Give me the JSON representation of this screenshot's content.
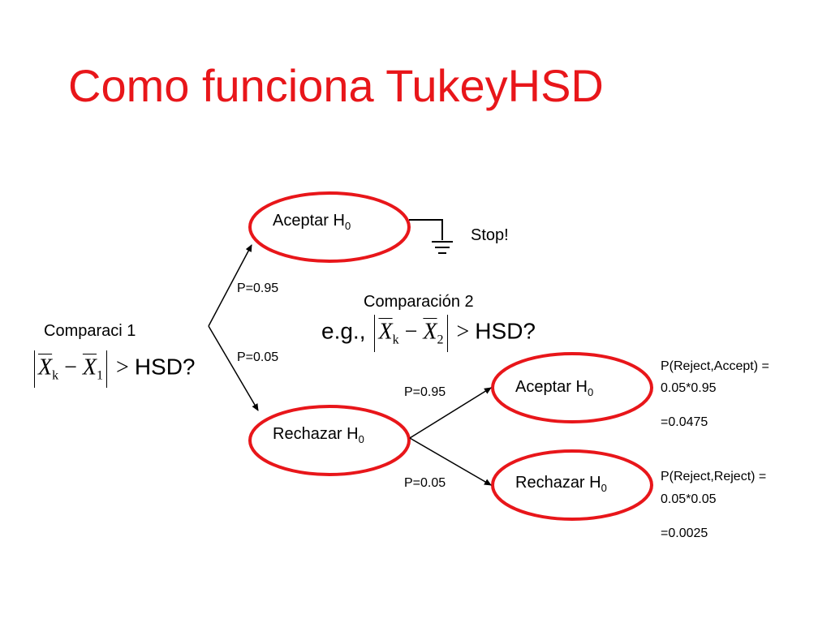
{
  "title": "Como funciona TukeyHSD",
  "nodes": {
    "accept_top": {
      "label": "Aceptar H",
      "sub": "0"
    },
    "reject_mid": {
      "label": "Rechazar H",
      "sub": "0"
    },
    "accept_right": {
      "label": "Aceptar H",
      "sub": "0"
    },
    "reject_right": {
      "label": "Rechazar H",
      "sub": "0"
    }
  },
  "stop_label": "Stop!",
  "comparison1": {
    "label": "Comparaci 1",
    "x_left": "X",
    "sub_left": "k",
    "minus": "−",
    "x_right": "X",
    "sub_right": "1",
    "gt": ">",
    "hsd": "HSD?"
  },
  "comparison2": {
    "label": "Comparación 2",
    "eg": "e.g.,",
    "x_left": "X",
    "sub_left": "k",
    "minus": "−",
    "x_right": "X",
    "sub_right": "2",
    "gt": ">",
    "hsd": "HSD?"
  },
  "probabilities": {
    "p1_accept": "P=0.95",
    "p1_reject": "P=0.05",
    "p2_accept": "P=0.95",
    "p2_reject": "P=0.05"
  },
  "results": {
    "reject_accept_line1": "P(Reject,Accept) =",
    "reject_accept_line2": "0.05*0.95",
    "reject_accept_value": "=0.0475",
    "reject_reject_line1": "P(Reject,Reject) =",
    "reject_reject_line2": "0.05*0.05",
    "reject_reject_value": "=0.0025"
  },
  "colors": {
    "title": "#e8161a",
    "node_outline": "#e8161a",
    "lines": "#000000"
  }
}
